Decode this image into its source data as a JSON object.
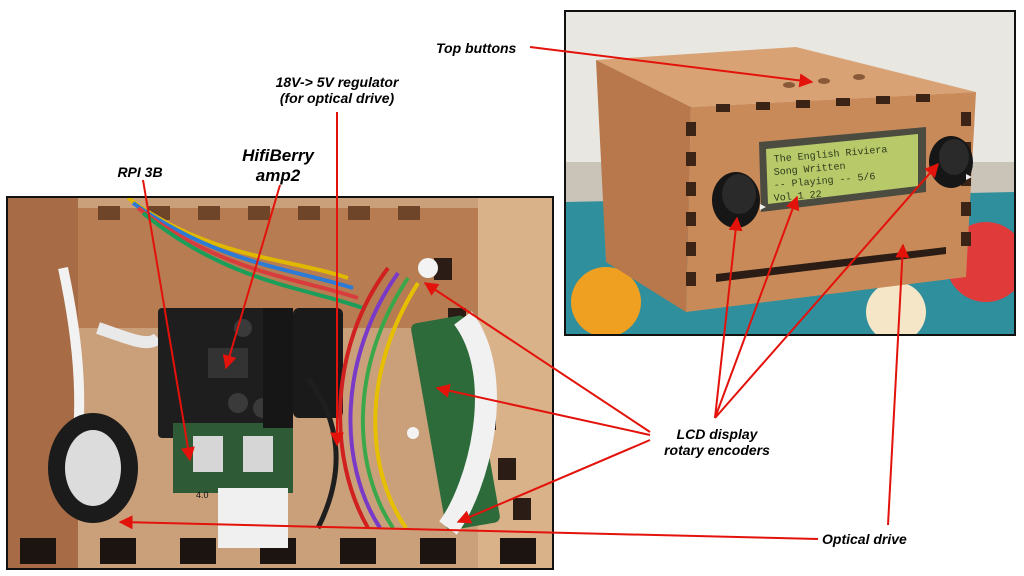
{
  "labels": {
    "top_buttons": "Top buttons",
    "regulator_line1": "18V-> 5V regulator",
    "regulator_line2": "(for optical drive)",
    "hifiberry_line1": "HifiBerry",
    "hifiberry_line2": "amp2",
    "rpi": "RPI 3B",
    "lcd_line1": "LCD display",
    "lcd_line2": "rotary encoders",
    "optical_drive": "Optical drive"
  },
  "lcd_screen": {
    "line1": "The English Riviera",
    "line2": "Song Written",
    "line3": "-- Playing -- 5/6",
    "line4": "Vol 1 22"
  },
  "board_text": {
    "usb_label": "4.0"
  },
  "colors": {
    "arrow": "#e3120b",
    "wood": "#c98a5a",
    "wood_dark": "#8a5a38",
    "pcb_green": "#2f5a36",
    "pcb_black": "#1e1e1e",
    "lcd_green": "#b8c96a"
  }
}
